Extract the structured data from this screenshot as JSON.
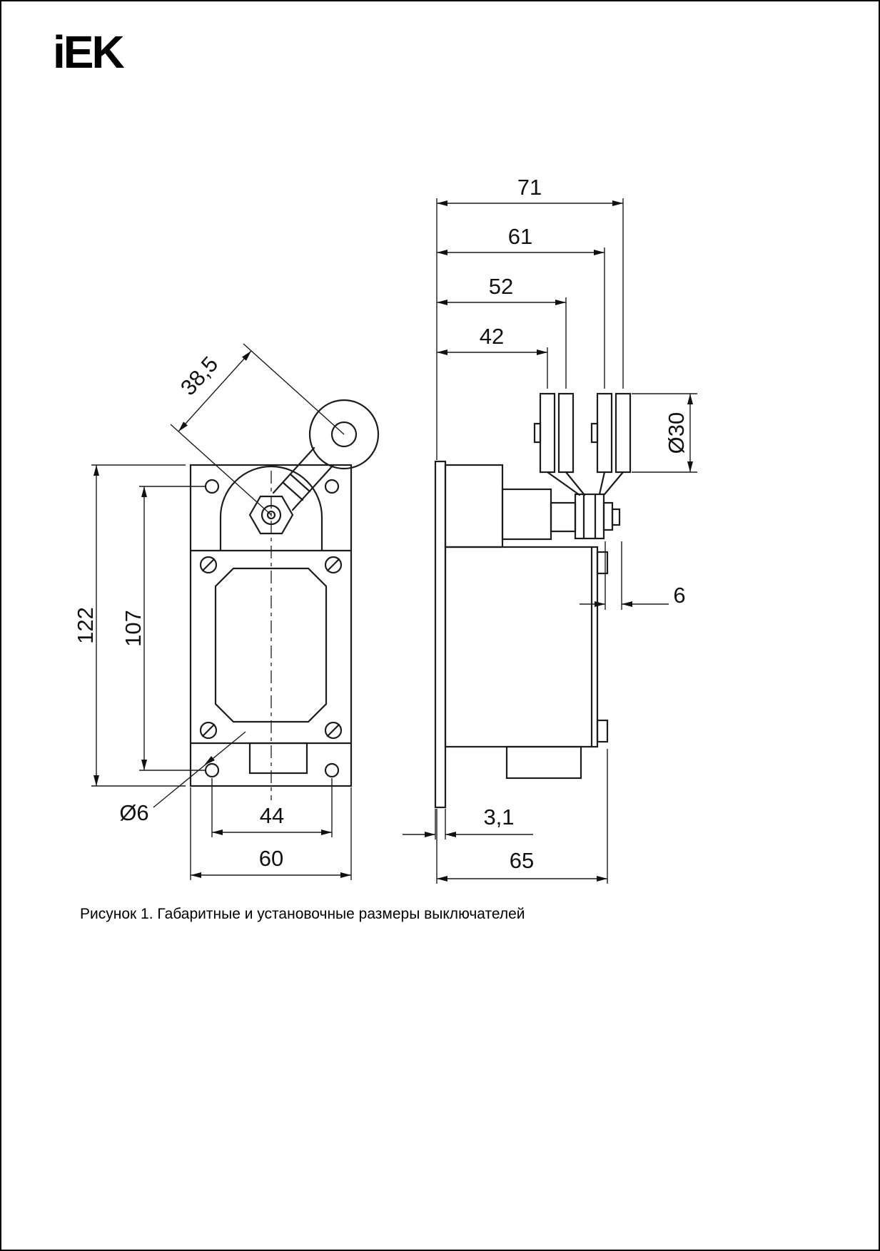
{
  "page": {
    "logo": "iEK",
    "caption": "Рисунок 1. Габаритные и установочные размеры выключателей"
  },
  "figure": {
    "front_view": {
      "lever_length": "38,5",
      "overall_height": "122",
      "mount_hole_vertical_spacing": "107",
      "mount_hole_diameter": "Ø6",
      "mount_hole_horizontal_spacing": "44",
      "overall_width": "60"
    },
    "side_view": {
      "terminal_offset_4": "71",
      "terminal_offset_3": "61",
      "terminal_offset_2": "52",
      "terminal_offset_1": "42",
      "roller_diameter": "Ø30",
      "gap": "6",
      "plate_thickness": "3,1",
      "overall_depth": "65"
    }
  }
}
